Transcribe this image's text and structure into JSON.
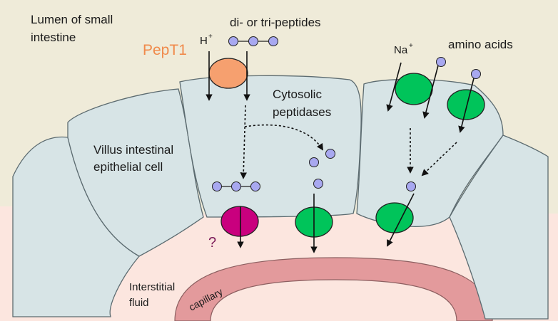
{
  "labels": {
    "lumen": [
      "Lumen of small",
      "intestine"
    ],
    "peptides": "di- or tri-peptides",
    "proton": "H",
    "proton_sup": "+",
    "pept1": "PepT1",
    "sodium": "Na",
    "sodium_sup": "+",
    "amino_acids": "amino acids",
    "cytosolic": [
      "Cytosolic",
      "peptidases"
    ],
    "villus": [
      "Villus intestinal",
      "epithelial cell"
    ],
    "unknown_transporter": "?",
    "interstitial": [
      "Interstitial",
      "fluid"
    ],
    "capillary": "capillary"
  },
  "colors": {
    "lumen_bg": "#efebd9",
    "cell_fill": "#d7e4e6",
    "cell_stroke": "#5c6b70",
    "interstitial_bg": "#fce6df",
    "capillary": "#e39a9c",
    "pept1": "#f6a06f",
    "basolateral_peptide_transporter": "#c9007e",
    "amino_acid_transporter": "#00c45a",
    "molecule": "#a8a8f0"
  }
}
